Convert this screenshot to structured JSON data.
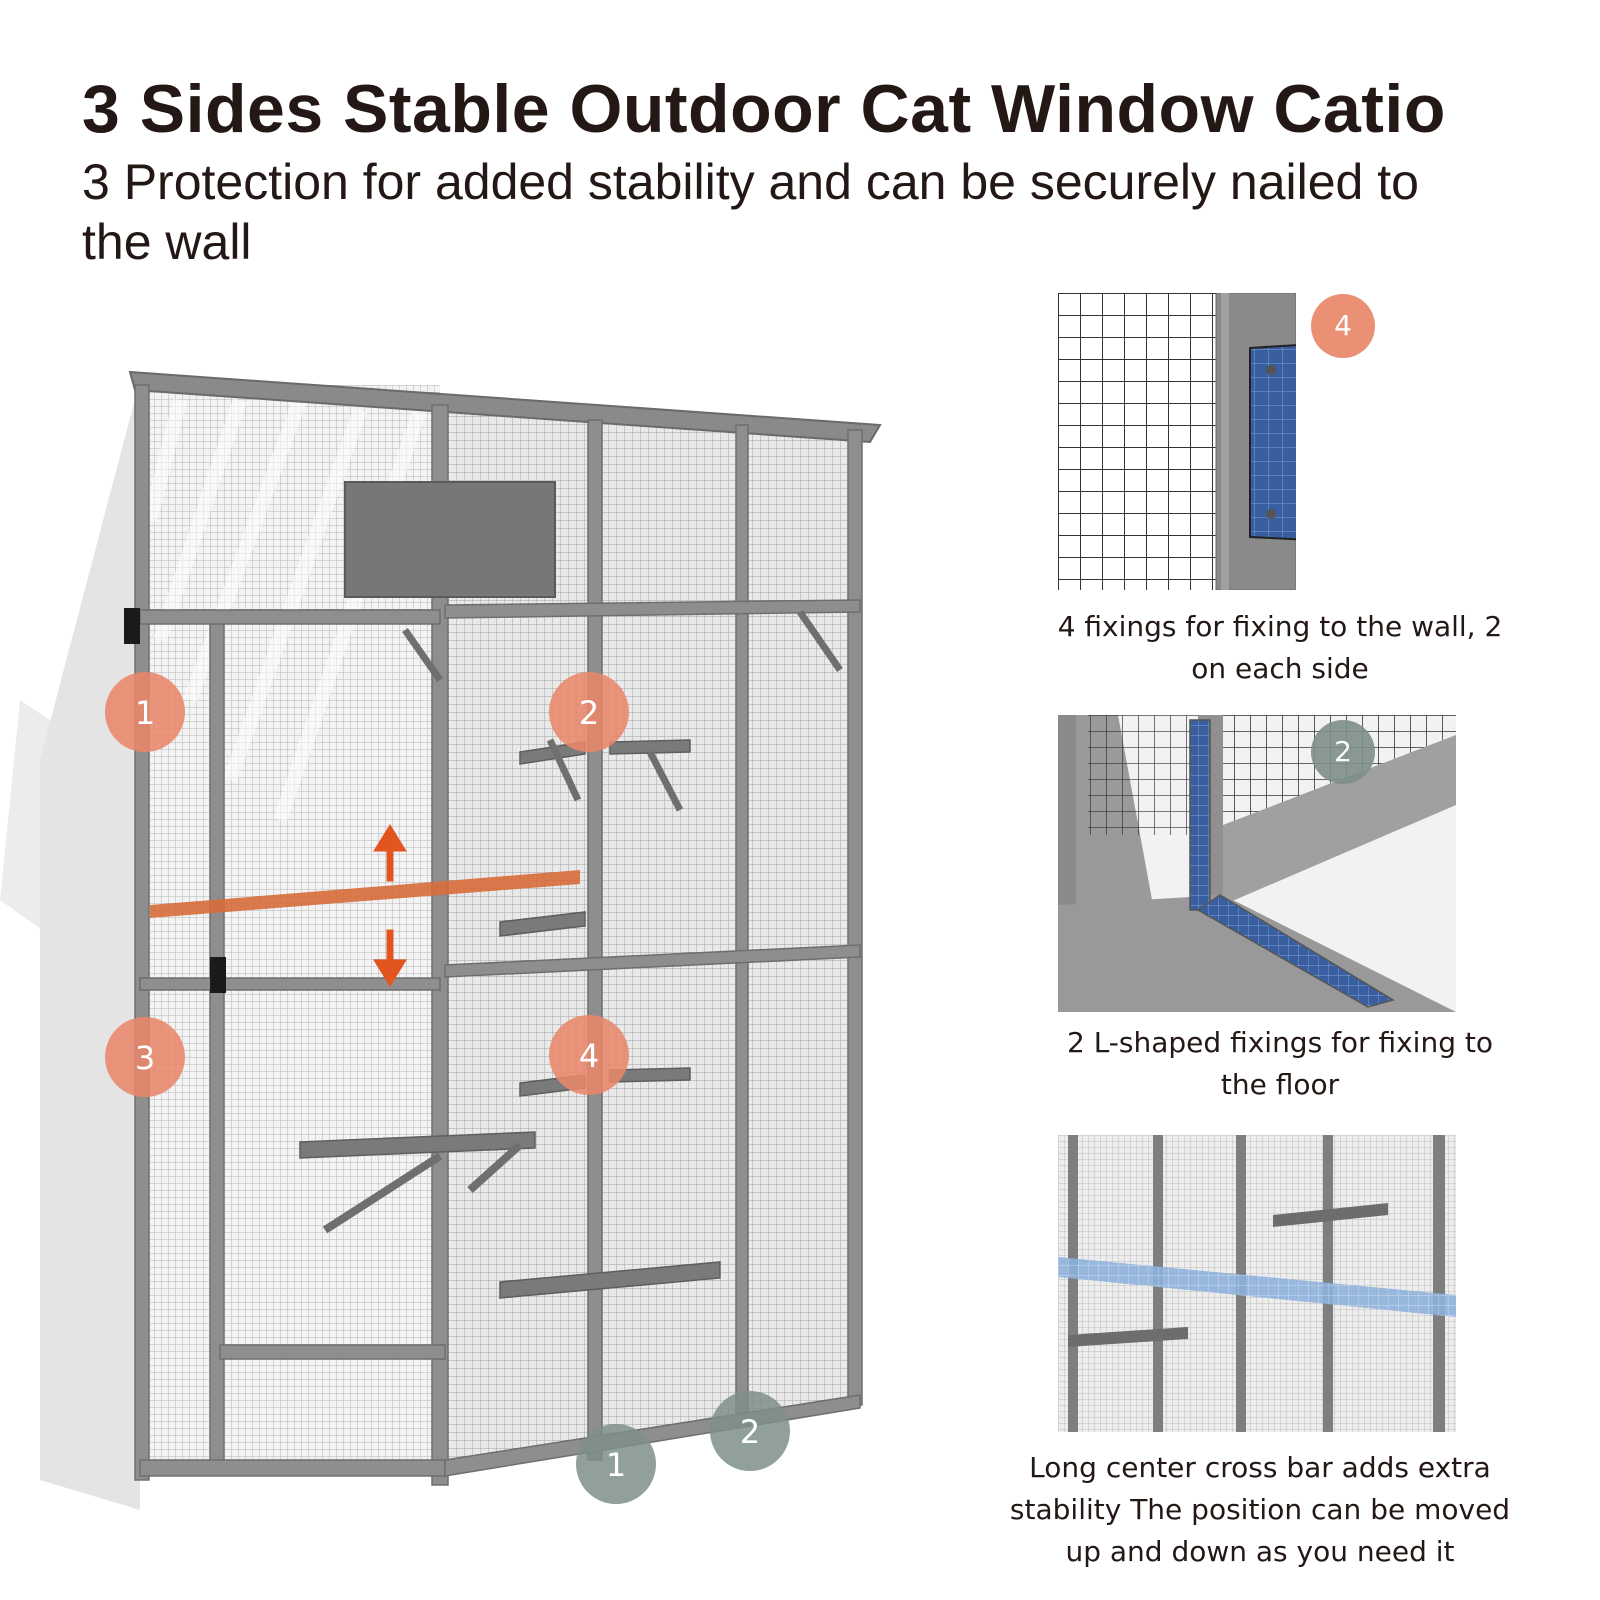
{
  "title": "3 Sides Stable Outdoor Cat Window Catio",
  "subtitle": "3 Protection for added stability and can be securely nailed to the wall",
  "colors": {
    "orange_badge": "#e8876a",
    "grey_badge": "#7f8f88",
    "arrow_orange": "#e3551f",
    "crossbar_orange": "#d76b3a",
    "frame_grey": "#8c8c8c",
    "plate_blue": "#3a5fa0"
  },
  "main_markers": [
    {
      "label": "1",
      "color": "orange"
    },
    {
      "label": "2",
      "color": "orange"
    },
    {
      "label": "3",
      "color": "orange"
    },
    {
      "label": "4",
      "color": "orange"
    },
    {
      "label": "1",
      "color": "grey"
    },
    {
      "label": "2",
      "color": "grey"
    }
  ],
  "details": [
    {
      "badge": "4",
      "badge_color": "orange",
      "caption": "4 fixings for fixing to the wall, 2 on each side"
    },
    {
      "badge": "2",
      "badge_color": "grey",
      "caption": "2 L-shaped fixings for fixing to the floor"
    },
    {
      "badge": "",
      "badge_color": "",
      "caption": "Long center cross bar adds extra stability The position can be moved up and down as you need it"
    }
  ]
}
